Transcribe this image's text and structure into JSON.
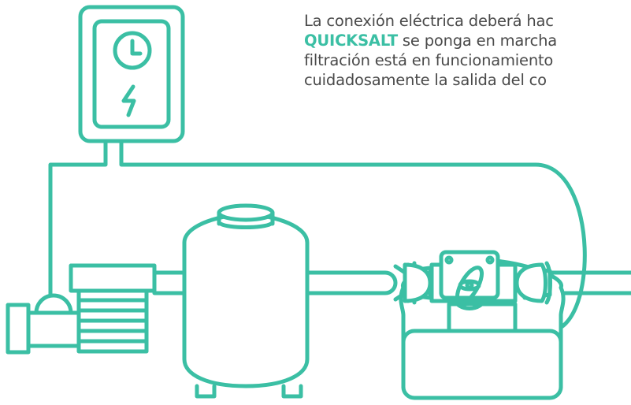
{
  "colors": {
    "accent": "#3bbfa4",
    "text": "#4a4a4a",
    "background": "#ffffff"
  },
  "icons": {
    "timer_clock": "clock-icon",
    "power": "lightning-bolt-icon",
    "chlorinator_cell": "atom-icon"
  },
  "instructions": {
    "line1": "La conexión eléctrica deberá hac",
    "brand": "QUICKSALT",
    "line2_rest": " se ponga en marcha",
    "line3": "filtración está en funcionamiento",
    "line4": "cuidadosamente la salida del co"
  }
}
